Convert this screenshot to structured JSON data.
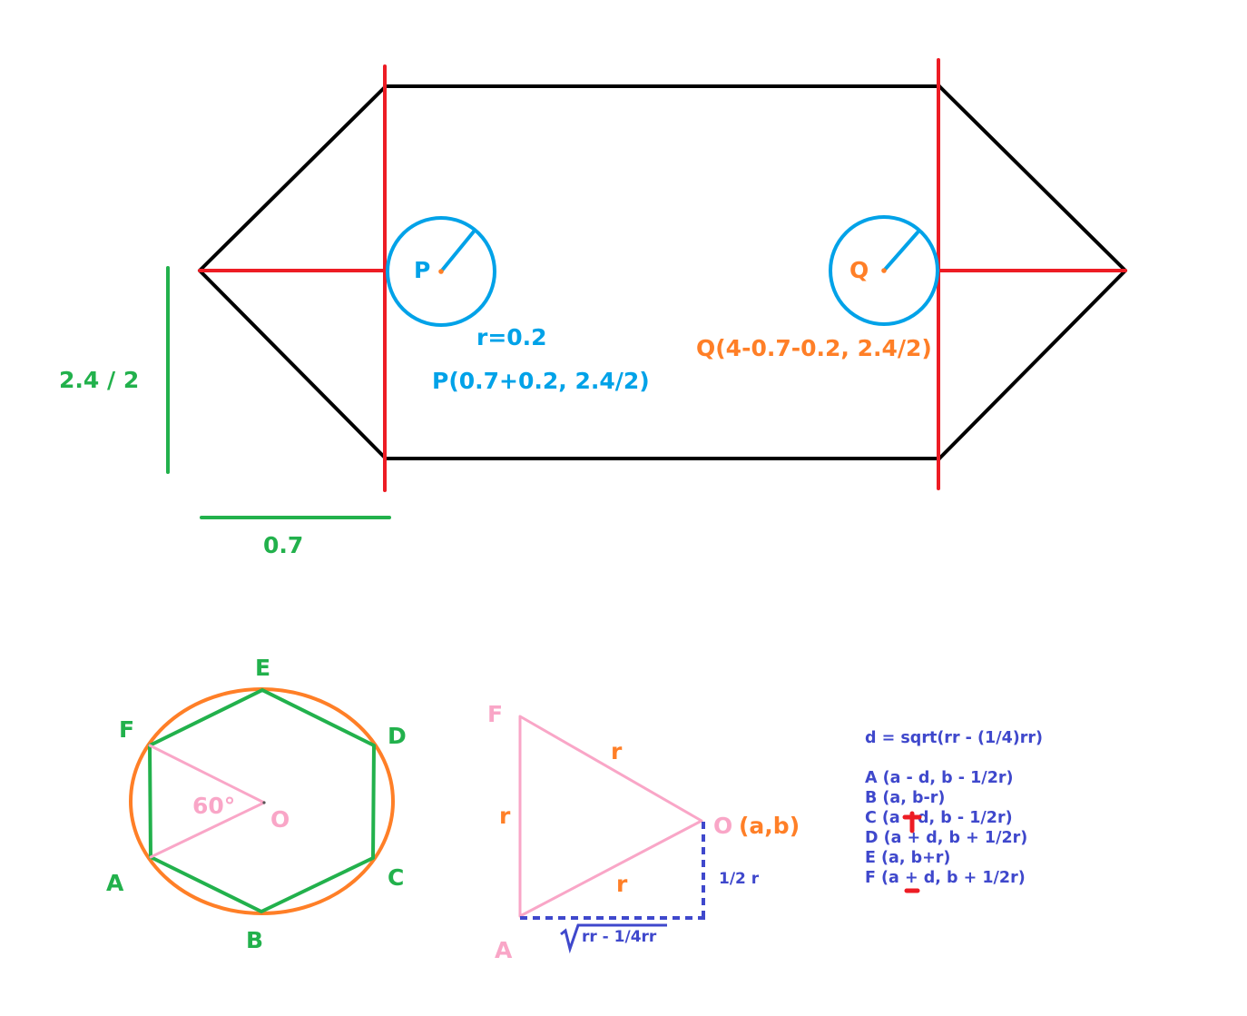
{
  "colors": {
    "outline": "#000000",
    "red": "#ed1c24",
    "blue": "#00a2e8",
    "orange": "#ff7f27",
    "green": "#22b14c",
    "pink": "#f9a6c7",
    "indigo": "#3f48cc"
  },
  "top_figure": {
    "circle_p": {
      "label": "P",
      "radius": "r=0.2",
      "center": "P(0.7+0.2, 2.4/2)"
    },
    "circle_q": {
      "label": "Q",
      "center": "Q(4-0.7-0.2, 2.4/2)"
    },
    "half_height": "2.4 / 2",
    "offset_width": "0.7"
  },
  "hexagon_figure": {
    "vertices": {
      "E": "E",
      "F": "F",
      "D": "D",
      "A": "A",
      "C": "C",
      "B": "B"
    },
    "center": "O",
    "angle": "60°"
  },
  "triangle_figure": {
    "vertex_f": "F",
    "vertex_a": "A",
    "vertex_o": "O",
    "center_coords": "(a,b)",
    "side_fo": "r",
    "side_fa": "r",
    "side_oa": "r",
    "half_r": "1/2 r",
    "sqrt_expr": "rr - 1/4rr"
  },
  "formulas": {
    "d": "d = sqrt(rr - (1/4)rr)",
    "A": "A (a - d, b - 1/2r)",
    "B": "B (a, b-r)",
    "C_start": "C (a",
    "C_end": "d, b - 1/2r)",
    "D": "D (a + d, b + 1/2r)",
    "E": "E (a, b+r)",
    "F": "F (a + d, b + 1/2r)"
  }
}
